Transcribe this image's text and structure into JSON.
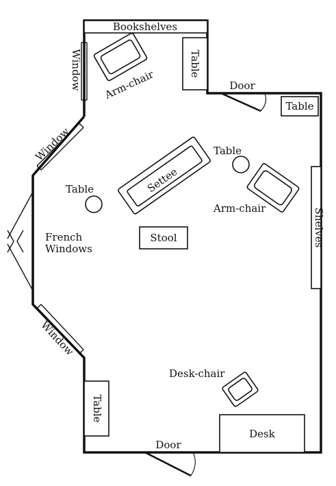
{
  "labels": {
    "bookshelves": "Bookshelves",
    "window_top": "Window",
    "armchair_top": "Arm-chair",
    "table_top": "Table",
    "door_top": "Door",
    "table_right_top": "Table",
    "window_mid": "Window",
    "table_center": "Table",
    "settee": "Settee",
    "armchair_right": "Arm-chair",
    "table_left": "Table",
    "french_windows_1": "French",
    "french_windows_2": "Windows",
    "stool": "Stool",
    "shelves": "Shelves",
    "window_bottom": "Window",
    "desk_chair": "Desk-chair",
    "table_bottom": "Table",
    "desk": "Desk",
    "door_bottom": "Door"
  }
}
